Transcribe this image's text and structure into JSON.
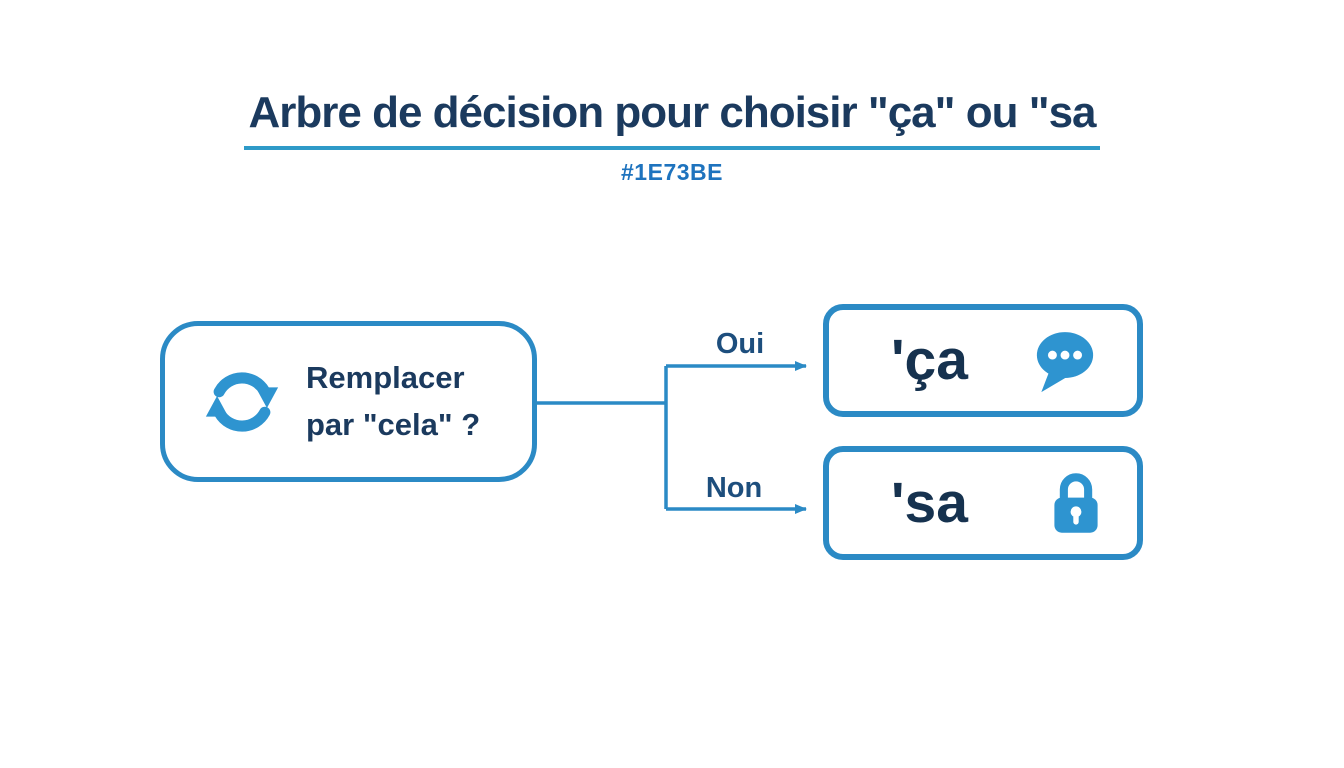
{
  "header": {
    "title": "Arbre de décision pour choisir \"ça\" ou \"sa",
    "subtitle": "#1E73BE"
  },
  "root": {
    "icon": "refresh-icon",
    "label_line1": "Remplacer",
    "label_line2": "par \"cela\" ?"
  },
  "branches": [
    {
      "label": "Oui",
      "result": "'ça",
      "icon": "speech-bubble-icon"
    },
    {
      "label": "Non",
      "result": "'sa",
      "icon": "lock-icon"
    }
  ],
  "colors": {
    "title_navy": "#1b3a5e",
    "result_navy": "#16324f",
    "branch_label_blue": "#1d4e7d",
    "accent_blue": "#2b8ac5",
    "icon_blue": "#2e94d0",
    "underline_blue": "#2e9ac8",
    "subtitle_blue": "#1e73be"
  }
}
